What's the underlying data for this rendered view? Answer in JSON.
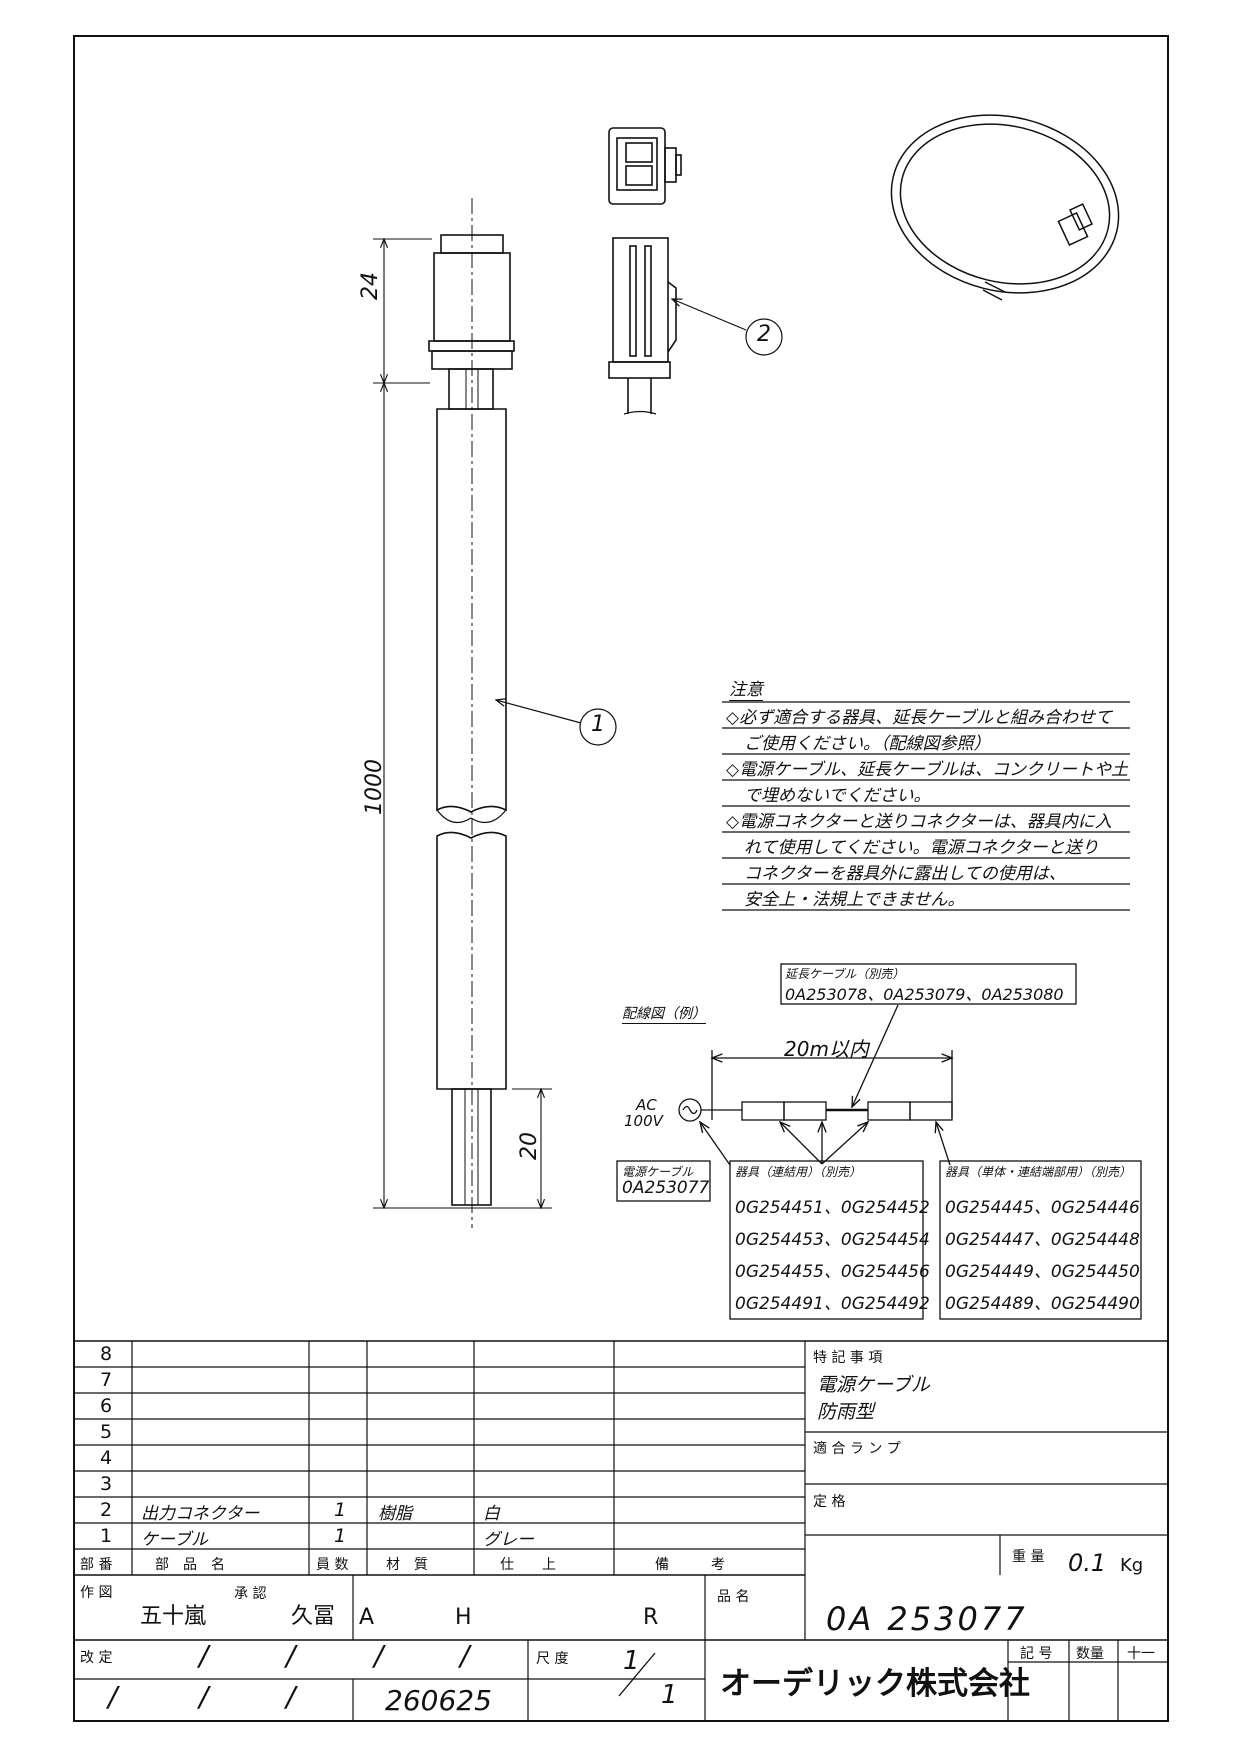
{
  "drawing": {
    "dimensions": {
      "top": "24",
      "length": "1000",
      "bottom": "20"
    },
    "balloons": {
      "cable": "1",
      "connector": "2"
    }
  },
  "notes": {
    "heading": "注意",
    "lines": [
      "◇必ず適合する器具、延長ケーブルと組み合わせて",
      "ご使用ください。（配線図参照）",
      "◇電源ケーブル、延長ケーブルは、コンクリートや土",
      "で埋めないでください。",
      "◇電源コネクターと送りコネクターは、器具内に入",
      "れて使用してください。電源コネクターと送り",
      "コネクターを器具外に露出しての使用は、",
      "安全上・法規上できません。"
    ]
  },
  "wiring": {
    "title": "配線図（例）",
    "ext_cable_label": "延長ケーブル（別売）",
    "ext_cable_codes": "0A253078、0A253079、0A253080",
    "span": "20m以内",
    "ac_label": "AC",
    "voltage_label": "100V",
    "power_cable_label": "電源ケーブル",
    "power_cable_code": "0A253077",
    "link_title": "器具（連結用）（別売）",
    "link_codes": [
      "0G254451、0G254452",
      "0G254453、0G254454",
      "0G254455、0G254456",
      "0G254491、0G254492"
    ],
    "single_title": "器具（単体・連結端部用）（別売）",
    "single_codes": [
      "0G254445、0G254446",
      "0G254447、0G254448",
      "0G254449、0G254450",
      "0G254489、0G254490"
    ]
  },
  "parts": {
    "rows": [
      {
        "no": "8",
        "name": "",
        "qty": "",
        "material": "",
        "finish": "",
        "note": ""
      },
      {
        "no": "7",
        "name": "",
        "qty": "",
        "material": "",
        "finish": "",
        "note": ""
      },
      {
        "no": "6",
        "name": "",
        "qty": "",
        "material": "",
        "finish": "",
        "note": ""
      },
      {
        "no": "5",
        "name": "",
        "qty": "",
        "material": "",
        "finish": "",
        "note": ""
      },
      {
        "no": "4",
        "name": "",
        "qty": "",
        "material": "",
        "finish": "",
        "note": ""
      },
      {
        "no": "3",
        "name": "",
        "qty": "",
        "material": "",
        "finish": "",
        "note": ""
      },
      {
        "no": "2",
        "name": "出力コネクター",
        "qty": "1",
        "material": "樹脂",
        "finish": "白",
        "note": ""
      },
      {
        "no": "1",
        "name": "ケーブル",
        "qty": "1",
        "material": "",
        "finish": "グレー",
        "note": ""
      }
    ],
    "headers": {
      "no": "部 番",
      "name": "部　品　名",
      "qty": "員 数",
      "material": "材　質",
      "finish": "仕　　上",
      "note": "備　　　考"
    }
  },
  "specs": {
    "special_label": "特 記 事 項",
    "special_lines": [
      "電源ケーブル",
      "防雨型"
    ],
    "lamp_label": "適 合 ラ ン プ",
    "rating_label": "定 格",
    "weight_label": "重 量",
    "weight_value": "0.1",
    "weight_unit": "Kg"
  },
  "titleblock": {
    "drawn_label": "作 図",
    "drawn_by": "五十嵐",
    "approved_label": "承 認",
    "approved_by": "久冨",
    "rev_a": "A",
    "rev_h": "H",
    "rev_r": "R",
    "rev_label": "改 定",
    "slash": "/",
    "date": "260625",
    "scale_label": "尺 度",
    "scale_num": "1",
    "scale_den": "1",
    "product_label": "品 名",
    "product_code": "0A 253077",
    "company": "オーデリック株式会社",
    "mark_label": "記 号",
    "count_label": "数量",
    "count_value": "十一"
  }
}
